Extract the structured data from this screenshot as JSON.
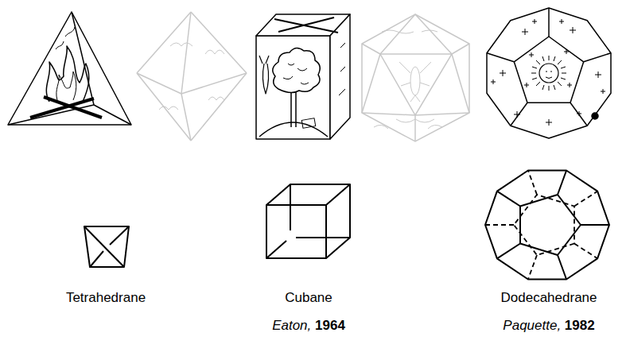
{
  "diagram": {
    "labels": [
      "Tetrahedrane",
      "Cubane",
      "Eaton, 1964",
      "Dodecahedrane",
      "Paquette, 1982"
    ]
  }
}
